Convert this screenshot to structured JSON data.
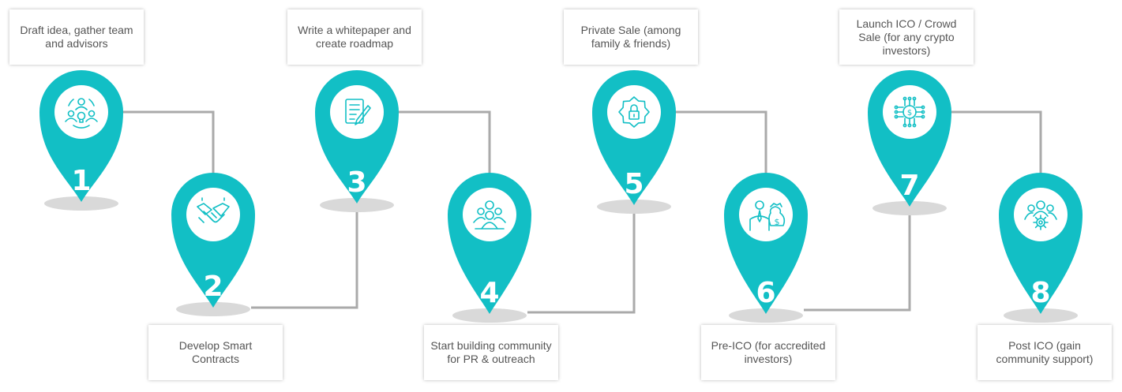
{
  "colors": {
    "pin": "#12BFC5",
    "pin_dark": "#0EA9AF",
    "shadow": "#D9D9D9",
    "connector": "#AAAAAA",
    "icon_stroke": "#12BFC5",
    "number": "#FFFFFF"
  },
  "steps": [
    {
      "number": "1",
      "label": "Draft idea, gather team\nand advisors",
      "icon": "team-idea-icon"
    },
    {
      "number": "2",
      "label": "Develop Smart\nContracts",
      "icon": "handshake-icon"
    },
    {
      "number": "3",
      "label": "Write a whitepaper and\ncreate roadmap",
      "icon": "document-pen-icon"
    },
    {
      "number": "4",
      "label": "Start building community\nfor PR & outreach",
      "icon": "community-icon"
    },
    {
      "number": "5",
      "label": "Private Sale (among\nfamily & friends)",
      "icon": "lock-badge-icon"
    },
    {
      "number": "6",
      "label": "Pre-ICO (for accredited\ninvestors)",
      "icon": "investor-moneybag-icon"
    },
    {
      "number": "7",
      "label": "Launch ICO / Crowd\nSale (for any crypto\ninvestors)",
      "icon": "crypto-circuit-icon"
    },
    {
      "number": "8",
      "label": "Post ICO (gain\ncommunity support)",
      "icon": "community-gear-icon"
    }
  ]
}
